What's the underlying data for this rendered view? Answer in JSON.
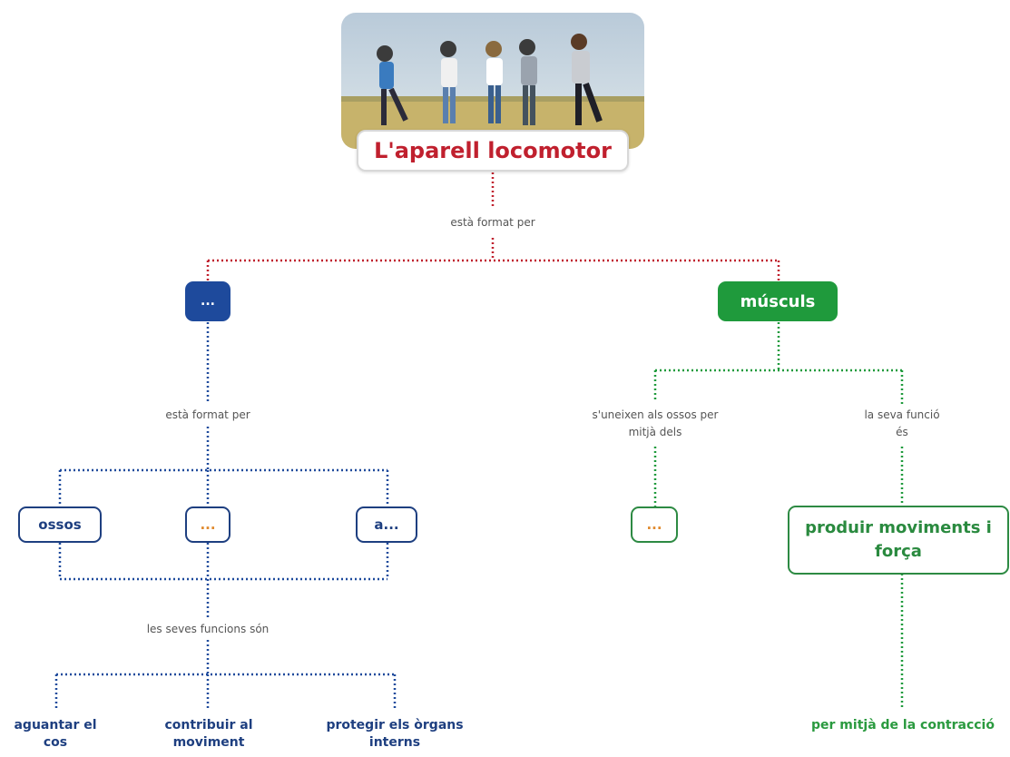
{
  "title": "L'aparell locomotor",
  "links": {
    "root": "està format per",
    "blue": "està format per",
    "blue_functions": "les seves funcions són",
    "muscles_join": "s'uneixen als ossos per mitjà dels",
    "muscles_function": "la seva funció és"
  },
  "nodes": {
    "blue_top": "...",
    "muscles": "músculs",
    "ossos": "ossos",
    "blank_mid": "...",
    "a_blank": "a...",
    "blank_green": "...",
    "produce": "produir moviments i força"
  },
  "leaves": {
    "support": "aguantar el cos",
    "movement": "contribuir al moviment",
    "protect": "protegir els òrgans interns",
    "contraction": "per mitjà de la contracció"
  },
  "colors": {
    "title": "#c0202e",
    "blue": "#1e4a9c",
    "green": "#1f9a3c",
    "root_lines": "#c0202e",
    "blank_text": "#e08a2e"
  }
}
